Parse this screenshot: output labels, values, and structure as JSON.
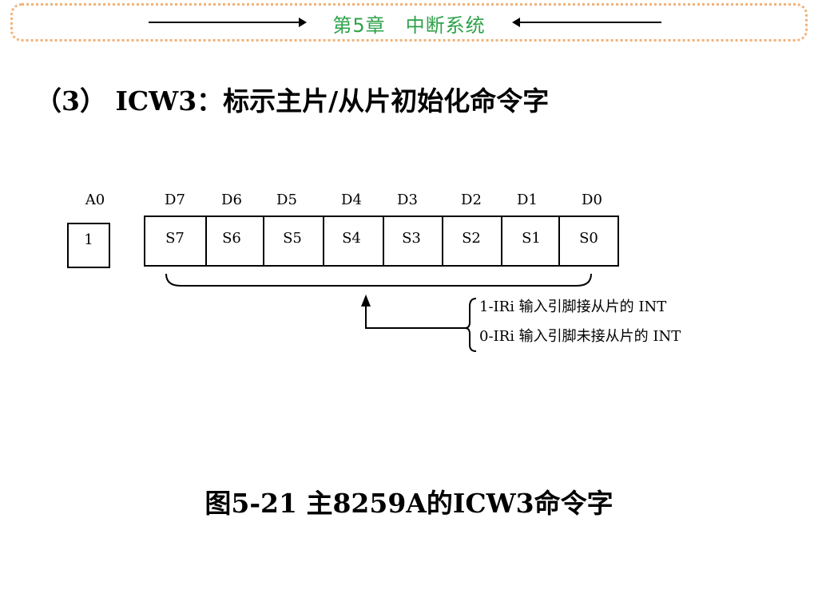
{
  "header": {
    "title": "第5章　中断系统"
  },
  "slide": {
    "title": "（3） ICW3：标示主片/从片初始化命令字"
  },
  "diagram": {
    "a0_label": "A0",
    "a0_value": "1",
    "bit_labels": [
      "D7",
      "D6",
      "D5",
      "D4",
      "D3",
      "D2",
      "D1",
      "D0"
    ],
    "bit_values": [
      "S7",
      "S6",
      "S5",
      "S4",
      "S3",
      "S2",
      "S1",
      "S0"
    ],
    "legend": [
      "1-IRi 输入引脚接从片的 INT",
      "0-IRi 输入引脚未接从片的 INT"
    ]
  },
  "caption": "图5-21  主8259A的ICW3命令字"
}
